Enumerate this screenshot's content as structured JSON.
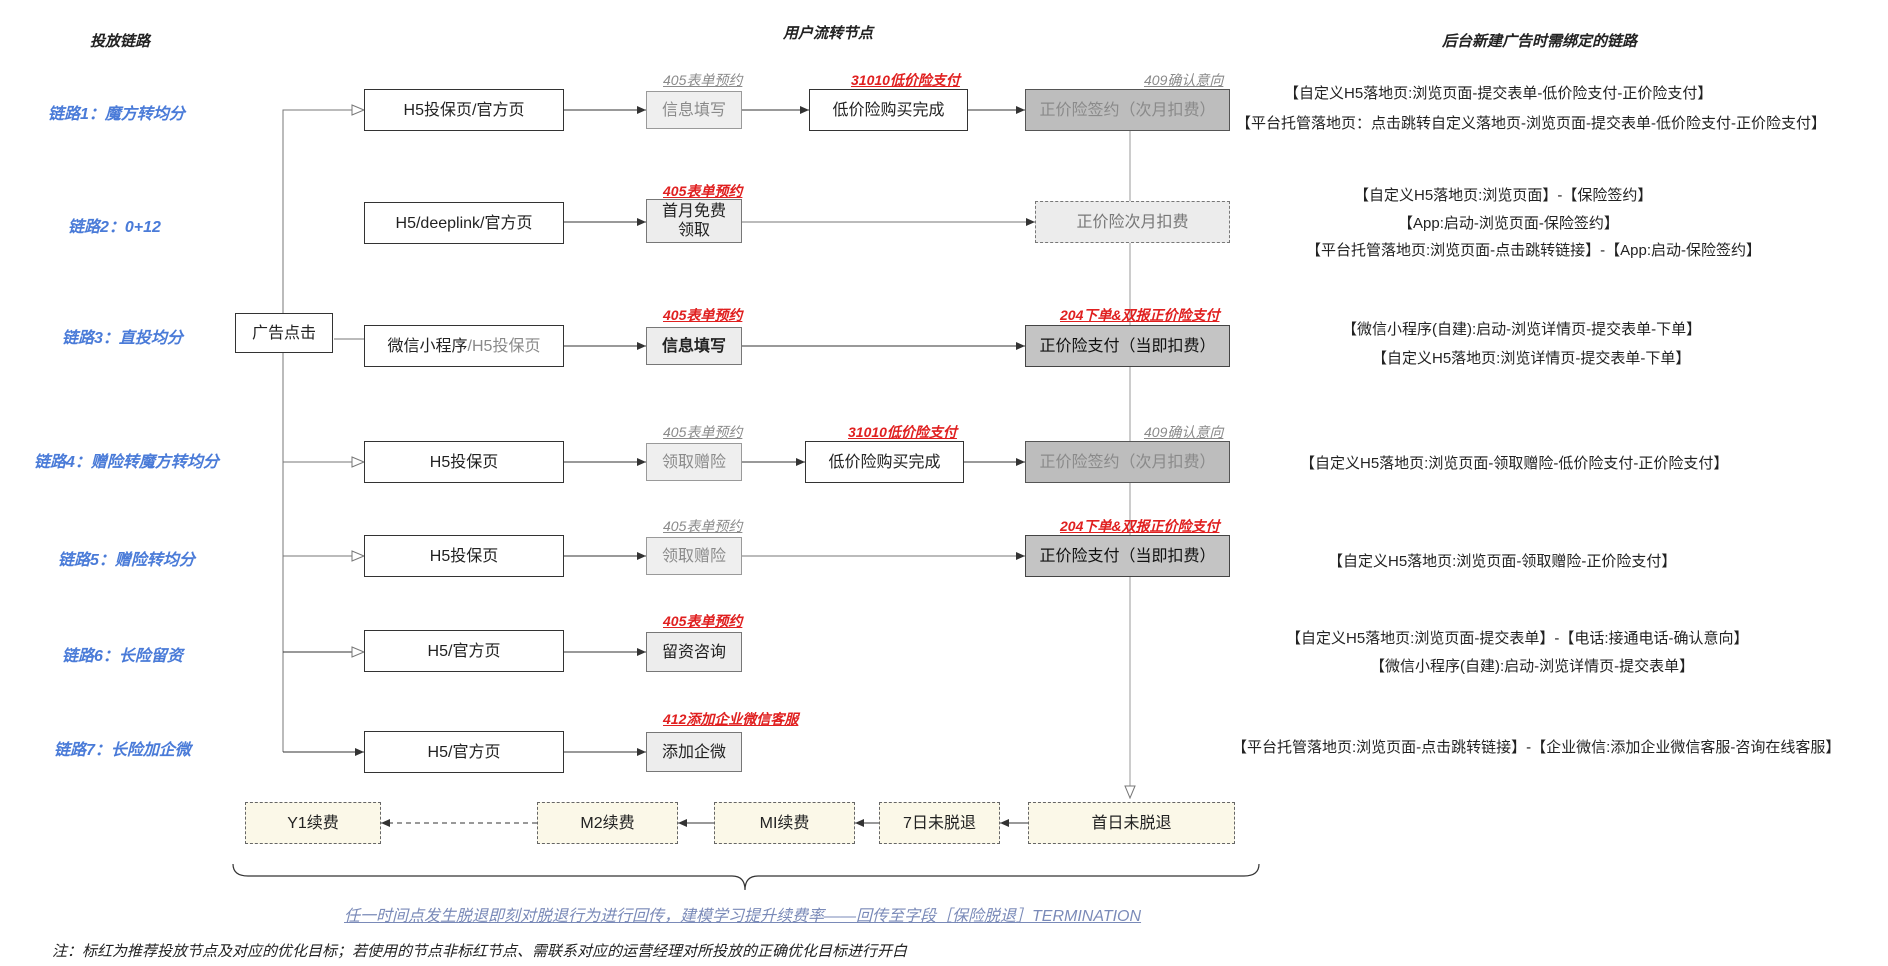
{
  "headers": {
    "left": "投放链路",
    "middle": "用户流转节点",
    "right": "后台新建广告时需绑定的链路"
  },
  "chains": [
    "链路1：魔方转均分",
    "链路2：0+12",
    "链路3：直投均分",
    "链路4：赠险转魔方转均分",
    "链路5：赠险转均分",
    "链路6：长险留资",
    "链路7：长险加企微"
  ],
  "ad_click": "广告点击",
  "entries": [
    "H5投保页/官方页",
    "H5/deeplink/官方页",
    "微信小程序",
    "/H5投保页",
    "H5投保页",
    "H5投保页",
    "H5/官方页",
    "H5/官方页"
  ],
  "nodes": {
    "r1_form": "信息填写",
    "r1_low": "低价险购买完成",
    "r1_sign": "正价险签约（次月扣费）",
    "r2_free": "首月免费领取",
    "r2_next": "正价险次月扣费",
    "r3_form": "信息填写",
    "r3_pay": "正价险支付（当即扣费）",
    "r4_gift": "领取赠险",
    "r4_low": "低价险购买完成",
    "r4_sign": "正价险签约（次月扣费）",
    "r5_gift": "领取赠险",
    "r5_pay": "正价险支付（当即扣费）",
    "r6_consult": "留资咨询",
    "r7_wecom": "添加企微"
  },
  "labels": {
    "r1_405": "405表单预约",
    "r1_31010": "31010低价险支付",
    "r1_409": "409确认意向",
    "r2_405": "405表单预约",
    "r3_405": "405表单预约",
    "r3_204": "204下单&双报正价险支付",
    "r4_405": "405表单预约",
    "r4_31010": "31010低价险支付",
    "r4_409": "409确认意向",
    "r5_405": "405表单预约",
    "r5_204": "204下单&双报正价险支付",
    "r6_405": "405表单预约",
    "r7_412": "412添加企业微信客服"
  },
  "renewal": [
    "Y1续费",
    "M2续费",
    "MI续费",
    "7日未脱退",
    "首日未脱退"
  ],
  "right_lines": [
    "【自定义H5落地页:浏览页面-提交表单-低价险支付-正价险支付】",
    "【平台托管落地页：点击跳转自定义落地页-浏览页面-提交表单-低价险支付-正价险支付】",
    "【自定义H5落地页:浏览页面】-【保险签约】",
    "【App:启动-浏览页面-保险签约】",
    "【平台托管落地页:浏览页面-点击跳转链接】-【App:启动-保险签约】",
    "【微信小程序(自建):启动-浏览详情页-提交表单-下单】",
    "【自定义H5落地页:浏览详情页-提交表单-下单】",
    "【自定义H5落地页:浏览页面-领取赠险-低价险支付-正价险支付】",
    "【自定义H5落地页:浏览页面-领取赠险-正价险支付】",
    "【自定义H5落地页:浏览页面-提交表单】-【电话:接通电话-确认意向】",
    "【微信小程序(自建):启动-浏览详情页-提交表单】",
    "【平台托管落地页:浏览页面-点击跳转链接】-【企业微信:添加企业微信客服-咨询在线客服】"
  ],
  "footer": "任一时间点发生脱退即刻对脱退行为进行回传，建模学习提升续费率——回传至字段［保险脱退］TERMINATION",
  "note": "注：标红为推荐投放节点及对应的优化目标；若使用的节点非标红节点、需联系对应的运营经理对所投放的正确优化目标进行开白"
}
